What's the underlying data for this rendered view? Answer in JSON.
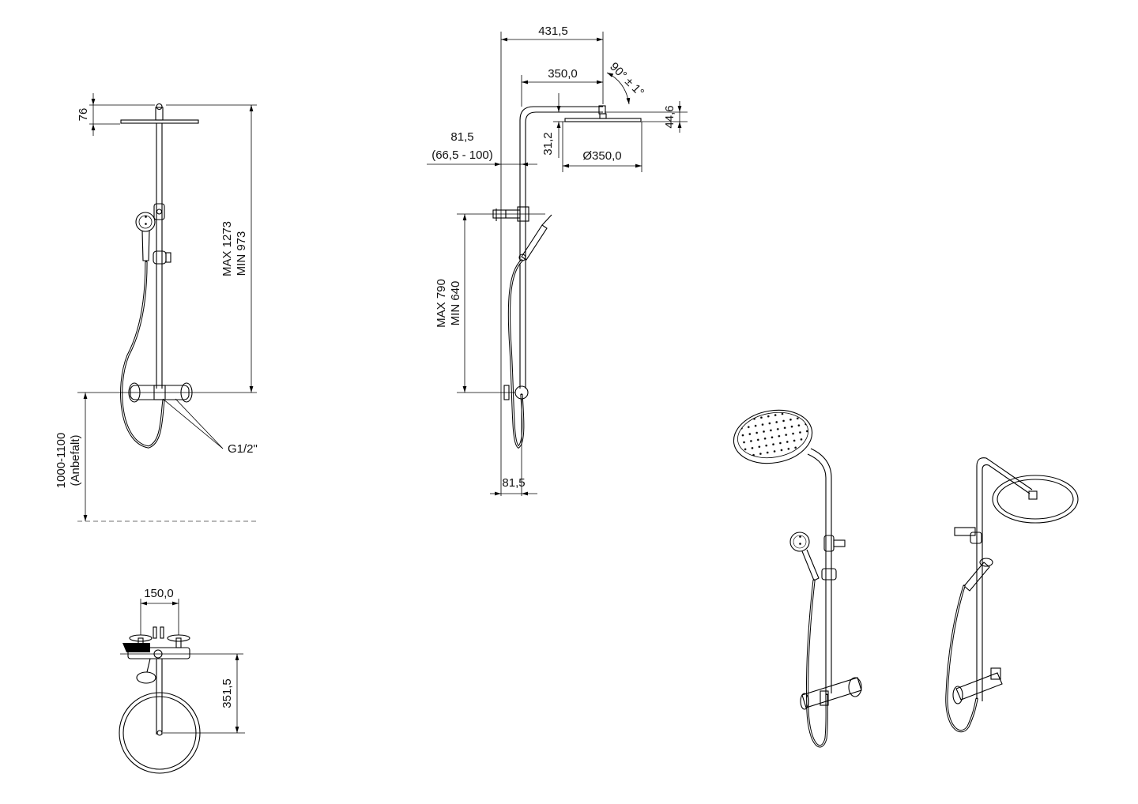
{
  "colors": {
    "line": "#000000",
    "background": "#ffffff"
  },
  "front_view": {
    "dim_head_height": "76",
    "dim_height_max": "MAX 1273",
    "dim_height_min": "MIN 973",
    "dim_supply_height": "1000-1100",
    "dim_supply_note": "(Anbefalt)",
    "thread_label": "G1/2\""
  },
  "side_view": {
    "dim_total_depth": "431,5",
    "dim_arm_length": "350,0",
    "dim_angle": "90° ± 1°",
    "dim_head_thickness": "44,6",
    "dim_wall_offset": "81,5",
    "dim_wall_range": "(66,5 - 100)",
    "dim_drop": "31,2",
    "dim_head_diameter": "Ø350,0",
    "dim_slide_max": "MAX 790",
    "dim_slide_min": "MIN 640",
    "dim_bottom_offset": "81,5"
  },
  "top_view": {
    "dim_inlet_spacing": "150,0",
    "dim_head_projection": "351,5"
  }
}
